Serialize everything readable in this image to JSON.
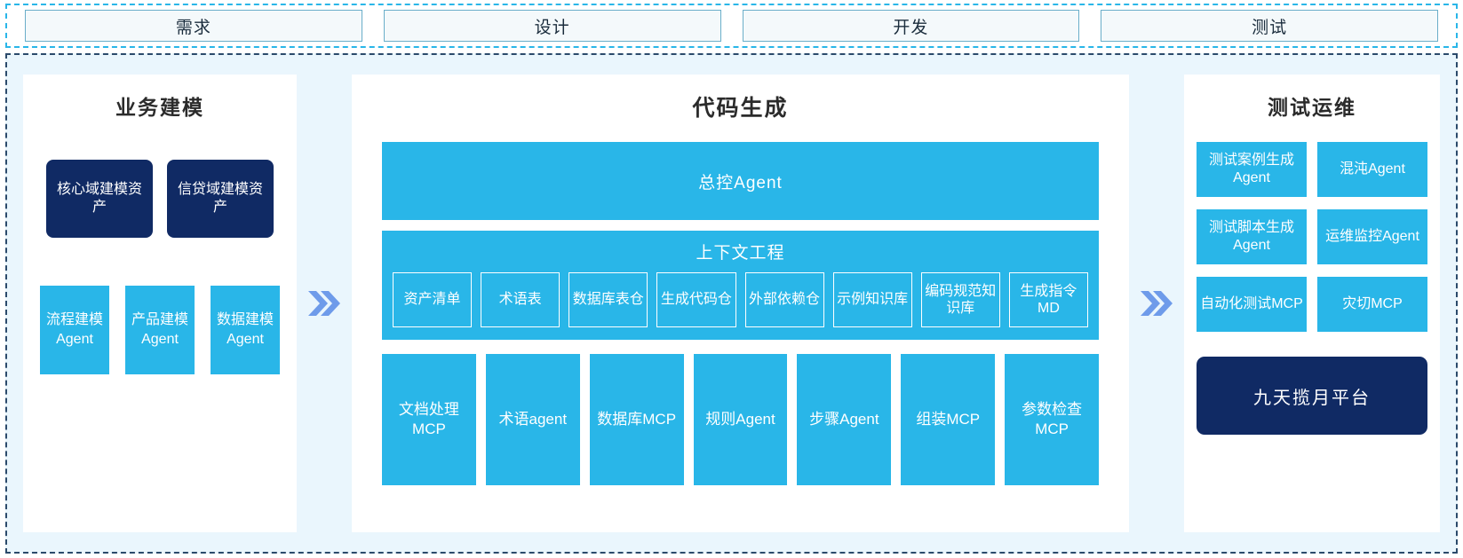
{
  "phases": {
    "items": [
      {
        "label": "需求"
      },
      {
        "label": "设计"
      },
      {
        "label": "开发"
      },
      {
        "label": "测试"
      }
    ]
  },
  "colors": {
    "accent_blue": "#29b6e8",
    "navy": "#102a64",
    "board_bg": "#eaf6fd",
    "arrow": "#6e9bea",
    "phase_border": "#6aaec9"
  },
  "left_panel": {
    "title": "业务建模",
    "assets": [
      {
        "label": "核心域建模资产"
      },
      {
        "label": "信贷域建模资产"
      }
    ],
    "agents": [
      {
        "label": "流程建模Agent"
      },
      {
        "label": "产品建模Agent"
      },
      {
        "label": "数据建模Agent"
      }
    ]
  },
  "arrows": {
    "glyph": "»",
    "left_label": "arrow-left-to-mid",
    "right_label": "arrow-mid-to-right"
  },
  "mid_panel": {
    "title": "代码生成",
    "master_agent": "总控Agent",
    "context": {
      "title": "上下文工程",
      "items": [
        {
          "label": "资产清单"
        },
        {
          "label": "术语表"
        },
        {
          "label": "数据库表仓"
        },
        {
          "label": "生成代码仓"
        },
        {
          "label": "外部依赖仓"
        },
        {
          "label": "示例知识库"
        },
        {
          "label": "编码规范知识库"
        },
        {
          "label": "生成指令MD"
        }
      ]
    },
    "tools": [
      {
        "label": "文档处理MCP"
      },
      {
        "label": "术语agent"
      },
      {
        "label": "数据库MCP"
      },
      {
        "label": "规则Agent"
      },
      {
        "label": "步骤Agent"
      },
      {
        "label": "组装MCP"
      },
      {
        "label": "参数检查MCP"
      }
    ]
  },
  "right_panel": {
    "title": "测试运维",
    "cards": [
      {
        "label": "测试案例生成Agent"
      },
      {
        "label": "混沌Agent"
      },
      {
        "label": "测试脚本生成Agent"
      },
      {
        "label": "运维监控Agent"
      },
      {
        "label": "自动化测试MCP"
      },
      {
        "label": "灾切MCP"
      }
    ],
    "platform": "九天揽月平台"
  }
}
